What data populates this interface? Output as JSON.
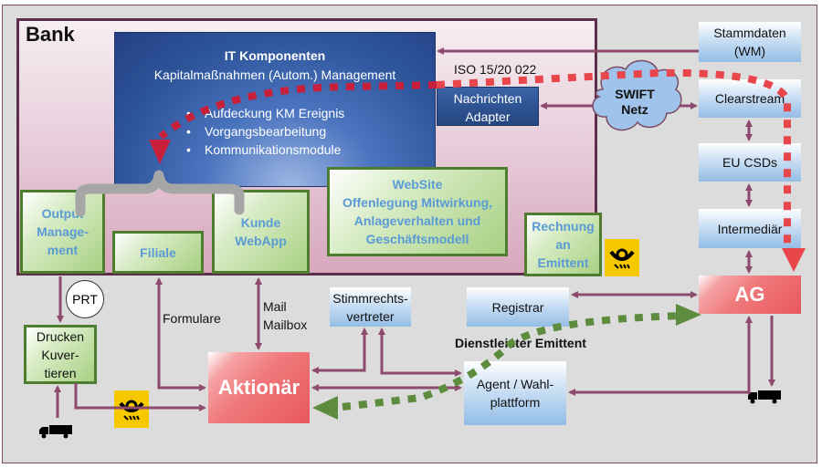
{
  "bank": {
    "label": "Bank"
  },
  "it_components": {
    "title": "IT Komponenten",
    "subtitle": "Kapitalmaßnahmen  (Autom.) Management",
    "items": [
      "Aufdeckung KM Ereignis",
      "Vorgangsbearbeitung",
      "Kommunikationsmodule"
    ]
  },
  "nachrichten_adapter": {
    "line1": "Nachrichten",
    "line2": "Adapter"
  },
  "iso_label": "ISO 15/20 022",
  "swift": {
    "line1": "SWIFT",
    "line2": "Netz"
  },
  "stammdaten": {
    "line1": "Stammdaten",
    "line2": "(WM)"
  },
  "clearstream": "Clearstream",
  "eu_csds": "EU CSDs",
  "intermediaer": "Intermediär",
  "ag": "AG",
  "output_management": {
    "line1": "Output",
    "line2": "Manage-",
    "line3": "ment"
  },
  "filiale": "Filiale",
  "kunde_webapp": {
    "line1": "Kunde",
    "line2": "WebApp"
  },
  "website": {
    "line1": "WebSite",
    "line2": "Offenlegung Mitwirkung,",
    "line3": "Anlageverhalten und",
    "line4": "Geschäftsmodell"
  },
  "rechnung": {
    "line1": "Rechnung",
    "line2": "an",
    "line3": "Emittent"
  },
  "prt": "PRT",
  "drucken": {
    "line1": "Drucken",
    "line2": "Kuver-",
    "line3": "tieren"
  },
  "formulare": "Formulare",
  "mail": {
    "line1": "Mail",
    "line2": "Mailbox"
  },
  "stimmrechtsvertreter": {
    "line1": "Stimmrechts-",
    "line2": "vertreter"
  },
  "registrar": "Registrar",
  "dienstleister_label": "Dienstleister Emittent",
  "agent": {
    "line1": "Agent / Wahl-",
    "line2": "plattform"
  },
  "aktionaer": "Aktionär",
  "colors": {
    "arrow": "#8b4a6e",
    "red_dotted": "#e8464b",
    "crimson_dotted": "#c8203a",
    "green_dotted": "#5e8c3e",
    "post_yellow": "#f6c800"
  }
}
